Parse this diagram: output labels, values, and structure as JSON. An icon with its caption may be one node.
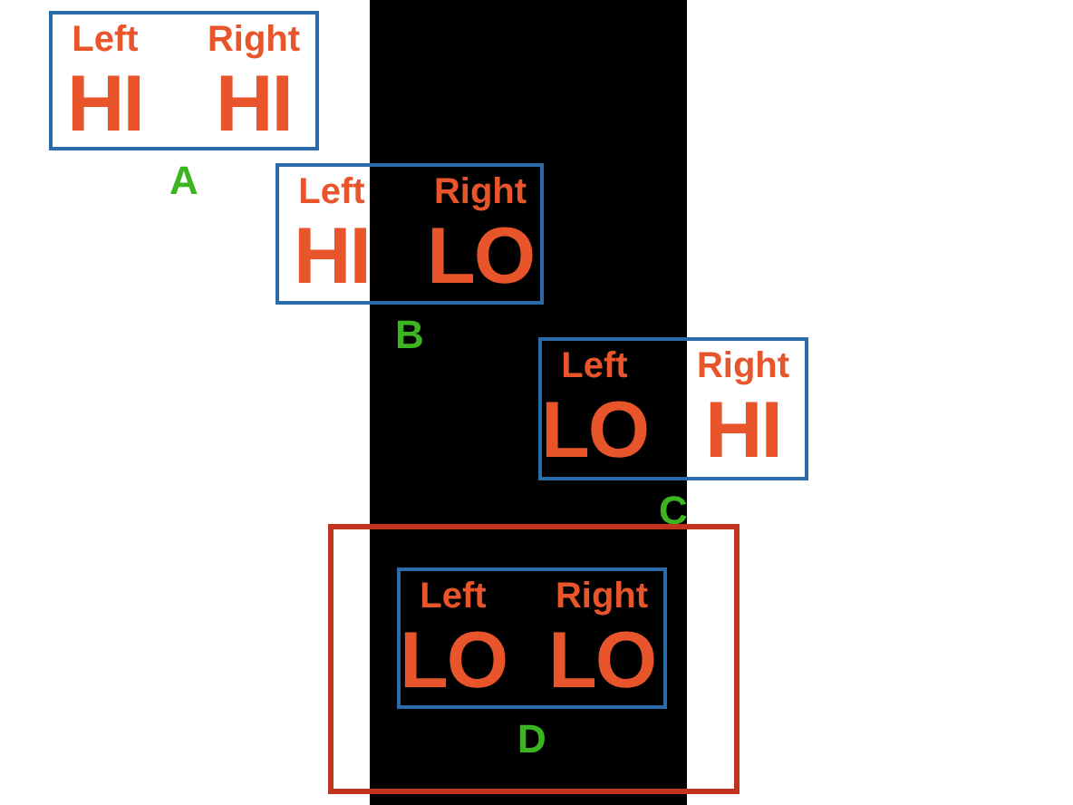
{
  "diagram": {
    "nodes": [
      {
        "text": [
          "Left",
          "Right",
          "HI",
          "HI"
        ],
        "beside": [
          "A"
        ]
      },
      {
        "text": [
          "Left",
          "Right",
          "HI",
          "LO"
        ],
        "beside": [
          "B"
        ]
      },
      {
        "text": [
          "Left",
          "Right",
          "LO",
          "HI"
        ],
        "beside": [
          "C"
        ]
      },
      {
        "text": [],
        "shape": "box"
      },
      {
        "text": [
          "Left",
          "Right",
          "LO",
          "LO"
        ],
        "beside": [
          "D"
        ],
        "in": 3
      }
    ]
  }
}
